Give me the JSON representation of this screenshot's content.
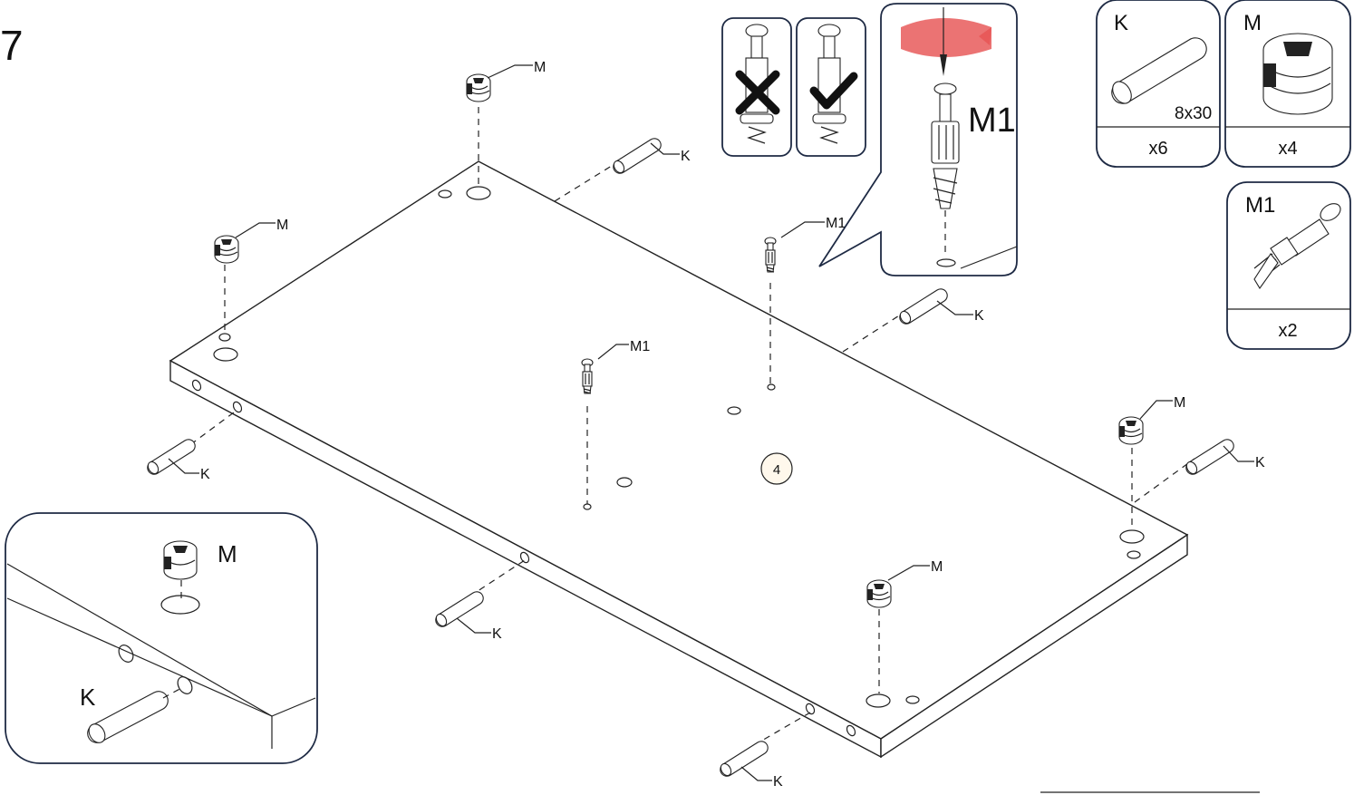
{
  "step": {
    "number": "7"
  },
  "panel": {
    "part_number": "4"
  },
  "parts": {
    "K": {
      "label": "K",
      "size": "8x30",
      "qty": "x6"
    },
    "M": {
      "label": "M",
      "qty": "x4"
    },
    "M1": {
      "label": "M1",
      "qty": "x2"
    }
  },
  "callouts": {
    "k": "K",
    "m": "M",
    "m1": "M1"
  },
  "detail": {
    "label_m": "M",
    "label_k": "K",
    "label_m1": "M1"
  },
  "colors": {
    "box_border": "#1e2a44",
    "rotate_arrow": "#e85a5a",
    "line": "#222222"
  },
  "icons": {
    "wrong": "cross-icon",
    "right": "check-icon",
    "rotate": "rotate-arrow-icon"
  }
}
